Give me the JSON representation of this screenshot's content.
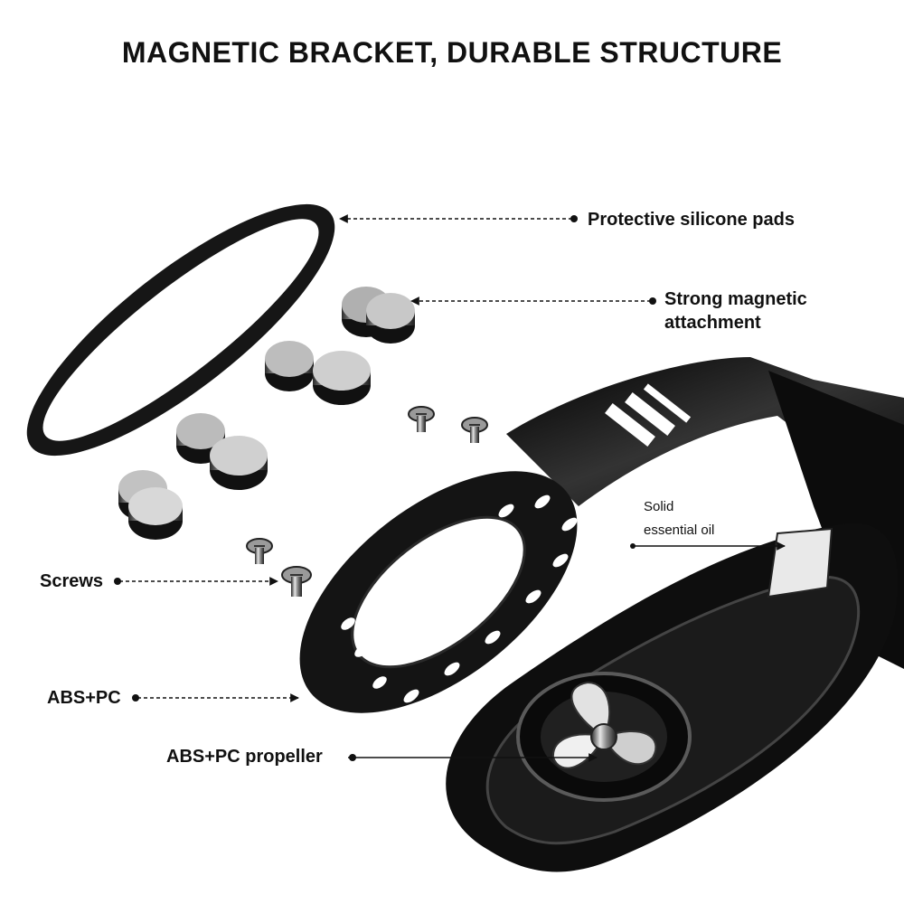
{
  "title": "MAGNETIC BRACKET, DURABLE STRUCTURE",
  "callouts": {
    "silicone_pads": "Protective silicone pads",
    "magnetic_line1": "Strong magnetic",
    "magnetic_line2": "attachment",
    "screws": "Screws",
    "abs_pc": "ABS+PC",
    "propeller": "ABS+PC propeller",
    "oil_line1": "Solid",
    "oil_line2": "essential oil"
  },
  "colors": {
    "ink": "#111111",
    "bracket": "#151515",
    "metal_light": "#d9d9d9",
    "metal_dark": "#3a3a3a"
  }
}
